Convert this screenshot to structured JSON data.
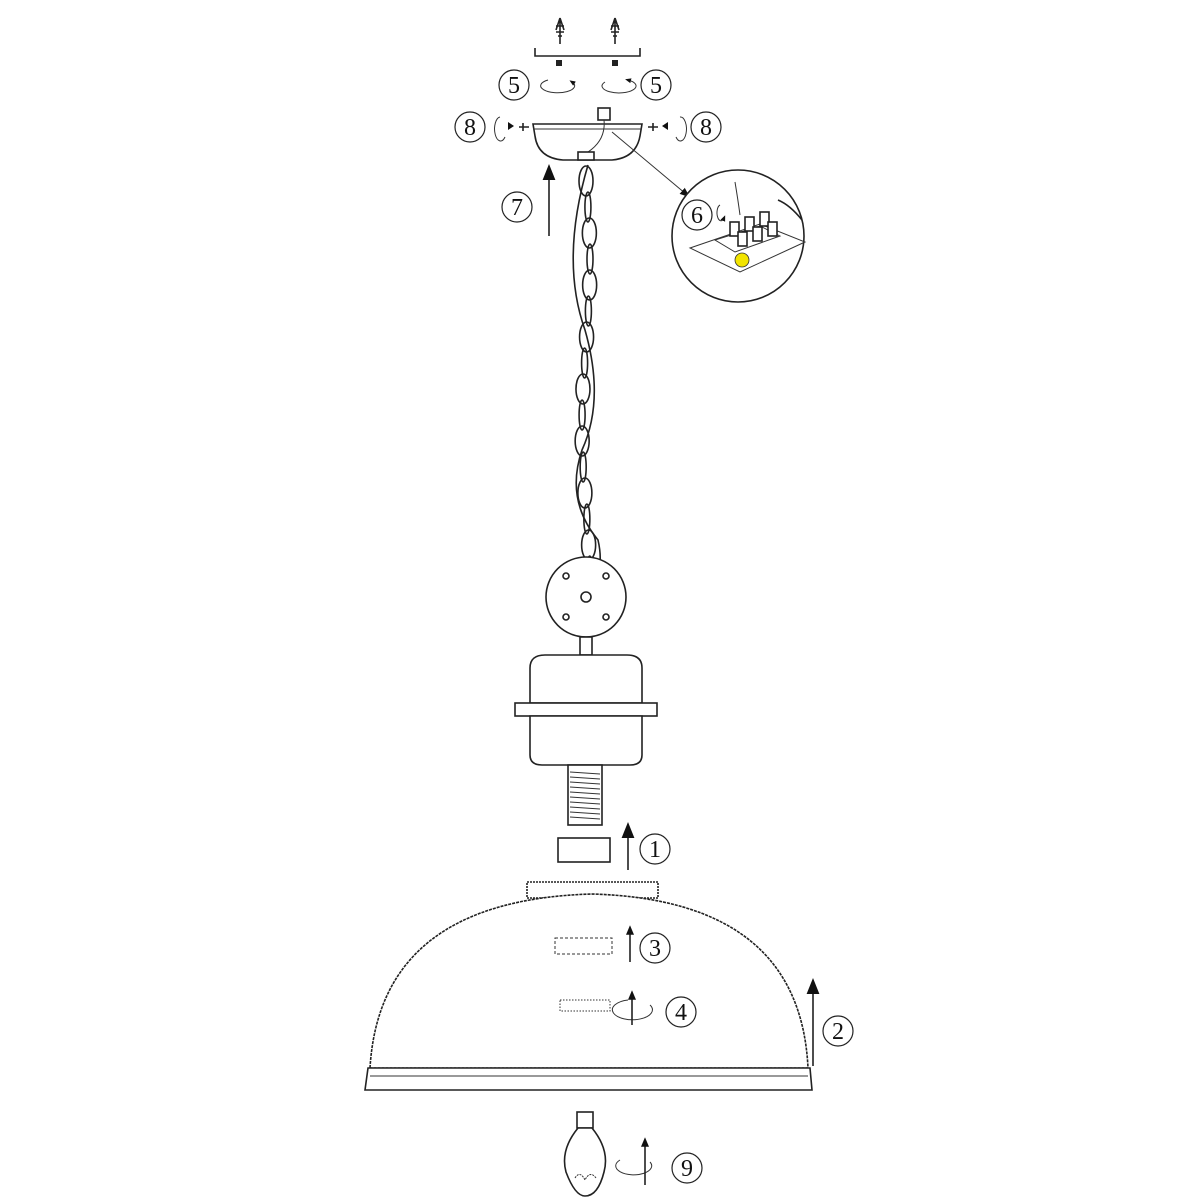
{
  "diagram": {
    "steps": [
      {
        "id": "step-1",
        "label": "1"
      },
      {
        "id": "step-2",
        "label": "2"
      },
      {
        "id": "step-3",
        "label": "3"
      },
      {
        "id": "step-4",
        "label": "4"
      },
      {
        "id": "step-5-left",
        "label": "5"
      },
      {
        "id": "step-5-right",
        "label": "5"
      },
      {
        "id": "step-6",
        "label": "6"
      },
      {
        "id": "step-7",
        "label": "7"
      },
      {
        "id": "step-8-left",
        "label": "8"
      },
      {
        "id": "step-8-right",
        "label": "8"
      },
      {
        "id": "step-9",
        "label": "9"
      }
    ],
    "colors": {
      "line": "#222222",
      "earth_symbol": "#f2e400"
    }
  }
}
